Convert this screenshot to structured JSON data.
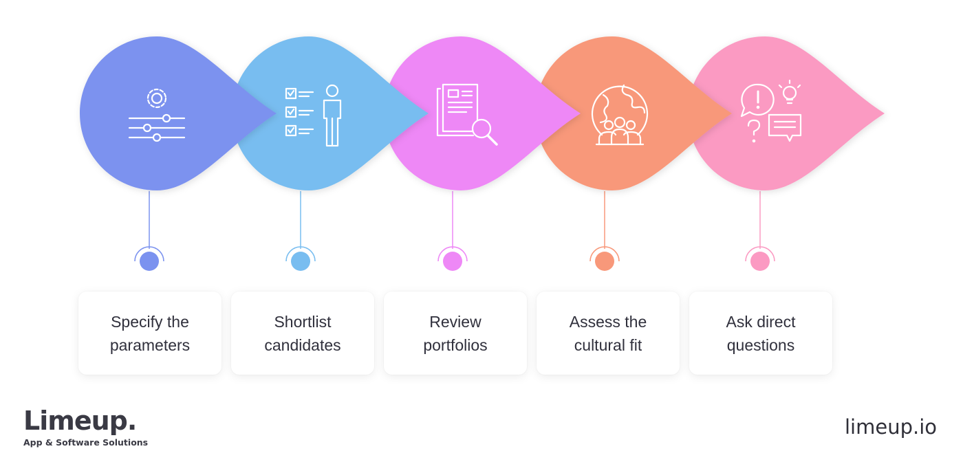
{
  "steps": [
    {
      "label": "Specify the\nparameters",
      "color": "#7b92ef",
      "icon": "settings-sliders-icon"
    },
    {
      "label": "Shortlist\ncandidates",
      "color": "#78bdf0",
      "icon": "checklist-person-icon"
    },
    {
      "label": "Review\nportfolios",
      "color": "#ee88f6",
      "icon": "document-search-icon"
    },
    {
      "label": "Assess the\ncultural fit",
      "color": "#f8987a",
      "icon": "globe-people-icon"
    },
    {
      "label": "Ask direct\nquestions",
      "color": "#fb9ac2",
      "icon": "question-chat-icon"
    }
  ],
  "branding": {
    "logo": "Limeup.",
    "tagline": "App & Software Solutions",
    "website": "limeup.io"
  }
}
